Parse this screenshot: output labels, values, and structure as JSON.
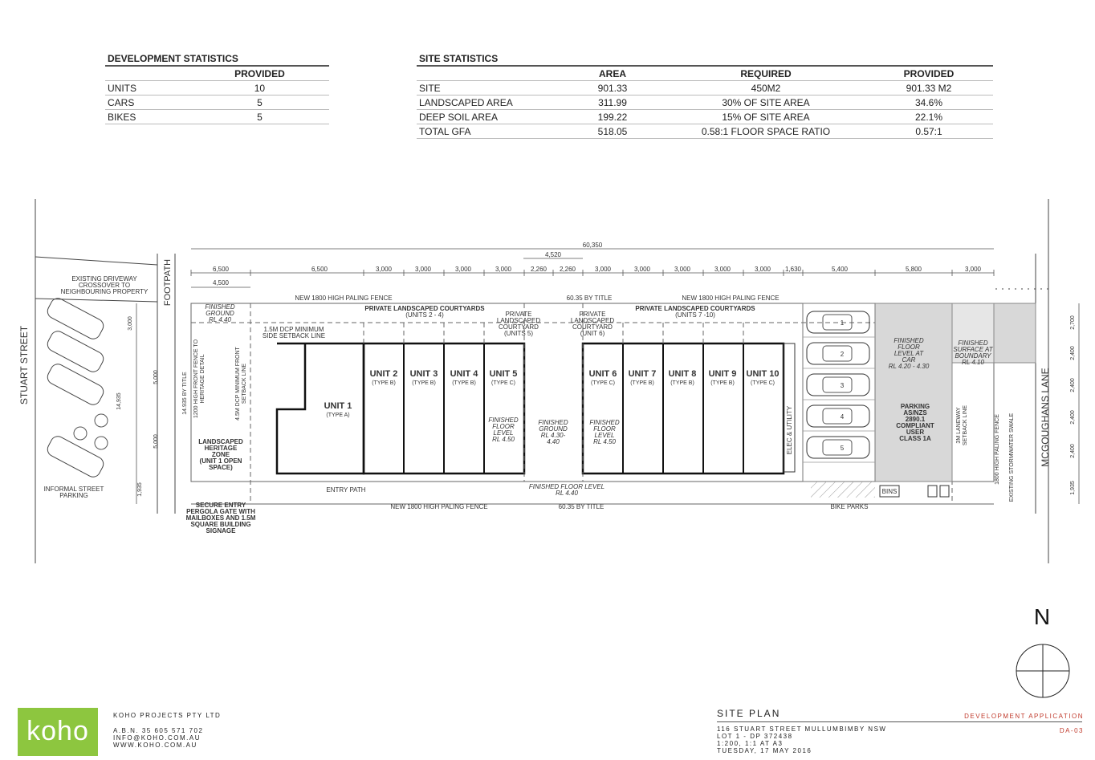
{
  "dev_stats": {
    "title": "DEVELOPMENT STATISTICS",
    "col": "PROVIDED",
    "rows": [
      {
        "label": "UNITS",
        "value": "10"
      },
      {
        "label": "CARS",
        "value": "5"
      },
      {
        "label": "BIKES",
        "value": "5"
      }
    ]
  },
  "site_stats": {
    "title": "SITE STATISTICS",
    "cols": [
      "AREA",
      "REQUIRED",
      "PROVIDED"
    ],
    "rows": [
      {
        "label": "SITE",
        "area": "901.33",
        "required": "450M2",
        "provided": "901.33 M2"
      },
      {
        "label": "LANDSCAPED AREA",
        "area": "311.99",
        "required": "30% OF SITE AREA",
        "provided": "34.6%"
      },
      {
        "label": "DEEP SOIL AREA",
        "area": "199.22",
        "required": "15% OF SITE AREA",
        "provided": "22.1%"
      },
      {
        "label": "TOTAL GFA",
        "area": "518.05",
        "required": "0.58:1 FLOOR SPACE RATIO",
        "provided": "0.57:1"
      }
    ]
  },
  "plan": {
    "stuart_street": "STUART STREET",
    "footpath": "FOOTPATH",
    "mcgoughans_lane": "MCGOUGHANS LANE",
    "driveway_1": "EXISTING DRIVEWAY",
    "driveway_2": "CROSSOVER TO",
    "driveway_3": "NEIGHBOURING PROPERTY",
    "informal_1": "INFORMAL STREET",
    "informal_2": "PARKING",
    "overall_dim": "60,350",
    "dims": [
      "6,500",
      "6,500",
      "3,000",
      "3,000",
      "3,000",
      "3,000",
      "2,260",
      "2,260",
      "3,000",
      "3,000",
      "3,000",
      "3,000",
      "3,000",
      "1,630",
      "5,400",
      "5,800",
      "3,000"
    ],
    "dim_4520": "4,520",
    "dim_4500": "4,500",
    "left_dims": [
      "3,000",
      "5,000",
      "5,000",
      "1,935"
    ],
    "left_14935": "14,935",
    "right_dims": [
      "2,700",
      "2,400",
      "2,400",
      "2,400",
      "2,400",
      "1,935"
    ],
    "fence_top_1": "NEW 1800 HIGH PALING FENCE",
    "fence_top_2": "NEW 1800 HIGH PALING FENCE",
    "by_title_top": "60.35 BY TITLE",
    "by_title_bottom": "60.35 BY TITLE",
    "fence_bottom": "NEW 1800 HIGH PALING FENCE",
    "finished_ground_1": "FINISHED",
    "finished_ground_2": "GROUND",
    "finished_ground_3": "RL 4.40",
    "plc_1": "PRIVATE LANDSCAPED COURTYARDS",
    "plc_1b": "(UNITS 2 - 4)",
    "plc_2": "PRIVATE LANDSCAPED COURTYARDS",
    "plc_2b": "(UNITS 7 -10)",
    "plc5_1": "PRIVATE",
    "plc5_2": "LANDSCAPED",
    "plc5_3": "COURTYARD",
    "plc5_4": "(UNITS 5)",
    "plc6_1": "PRIVATE",
    "plc6_2": "LANDSCAPED",
    "plc6_3": "COURTYARD",
    "plc6_4": "(UNIT 6)",
    "side_setback_1": "1.5M DCP MINIMUM",
    "side_setback_2": "SIDE SETBACK LINE",
    "by_title_left": "14.935 BY TITLE",
    "front_fence_1": "1200 HIGH FRONT FENCE TO",
    "front_fence_2": "HERITAGE DETAIL",
    "front_setback_1": "4.5M DCP MINIMUM FRONT",
    "front_setback_2": "SETBACK LINE",
    "heritage_1": "LANDSCAPED",
    "heritage_2": "HERITAGE",
    "heritage_3": "ZONE",
    "heritage_4": "(UNIT 1 OPEN",
    "heritage_5": "SPACE)",
    "entry_path": "ENTRY PATH",
    "ffl_bottom_1": "FINISHED FLOOR LEVEL",
    "ffl_bottom_2": "RL 4.40",
    "secure_1": "SECURE ENTRY",
    "secure_2": "PERGOLA GATE WITH",
    "secure_3": "MAILBOXES AND 1.5M",
    "secure_4": "SQUARE BUILDING",
    "secure_5": "SIGNAGE",
    "units": [
      {
        "name": "UNIT 1",
        "type": "(TYPE A)"
      },
      {
        "name": "UNIT 2",
        "type": "(TYPE B)"
      },
      {
        "name": "UNIT 3",
        "type": "(TYPE B)"
      },
      {
        "name": "UNIT 4",
        "type": "(TYPE B)"
      },
      {
        "name": "UNIT 5",
        "type": "(TYPE C)"
      },
      {
        "name": "UNIT 6",
        "type": "(TYPE C)"
      },
      {
        "name": "UNIT 7",
        "type": "(TYPE B)"
      },
      {
        "name": "UNIT 8",
        "type": "(TYPE B)"
      },
      {
        "name": "UNIT 9",
        "type": "(TYPE B)"
      },
      {
        "name": "UNIT 10",
        "type": "(TYPE C)"
      }
    ],
    "ffl5": [
      "FINISHED",
      "FLOOR",
      "LEVEL",
      "RL 4.50"
    ],
    "ffl6": [
      "FINISHED",
      "FLOOR",
      "LEVEL",
      "RL 4.50"
    ],
    "fg_mid": [
      "FINISHED",
      "GROUND",
      "RL 4.30-",
      "4.40"
    ],
    "elec": "ELEC & UTILITY",
    "car_numbers": [
      "1",
      "2",
      "3",
      "4",
      "5"
    ],
    "ffl_car": [
      "FINISHED",
      "FLOOR",
      "LEVEL AT",
      "CAR",
      "RL 4.20 - 4.30"
    ],
    "parking": [
      "PARKING",
      "AS/NZS",
      "2890.1",
      "COMPLIANT",
      "USER",
      "CLASS 1A"
    ],
    "fs_boundary": [
      "FINISHED",
      "SURFACE AT",
      "BOUNDARY",
      "RL 4.10"
    ],
    "laneway_setback_1": "3M LANEWAY",
    "laneway_setback_2": "SETBACK LINE",
    "fence_right": "1800 HIGH PALING FENCE",
    "swale": "EXISTING STORMWATER SWALE",
    "bins": "BINS",
    "bike_parks": "BIKE PARKS",
    "north": "N"
  },
  "footer": {
    "logo": "koho",
    "company": "KOHO PROJECTS PTY LTD",
    "abn": "A.B.N. 35 605 571 702",
    "email": "INFO@KOHO.COM.AU",
    "web": "WWW.KOHO.COM.AU",
    "sheet_title": "SITE PLAN",
    "address": "116 STUART STREET MULLUMBIMBY NSW",
    "lot": "LOT 1 - DP 372438",
    "scale": "1:200, 1:1 AT A3",
    "date": "TUESDAY, 17 MAY 2016",
    "status": "DEVELOPMENT APPLICATION",
    "drawing_no": "DA-03",
    "status_color": "#c0392b",
    "logo_color": "#8dc63f"
  }
}
